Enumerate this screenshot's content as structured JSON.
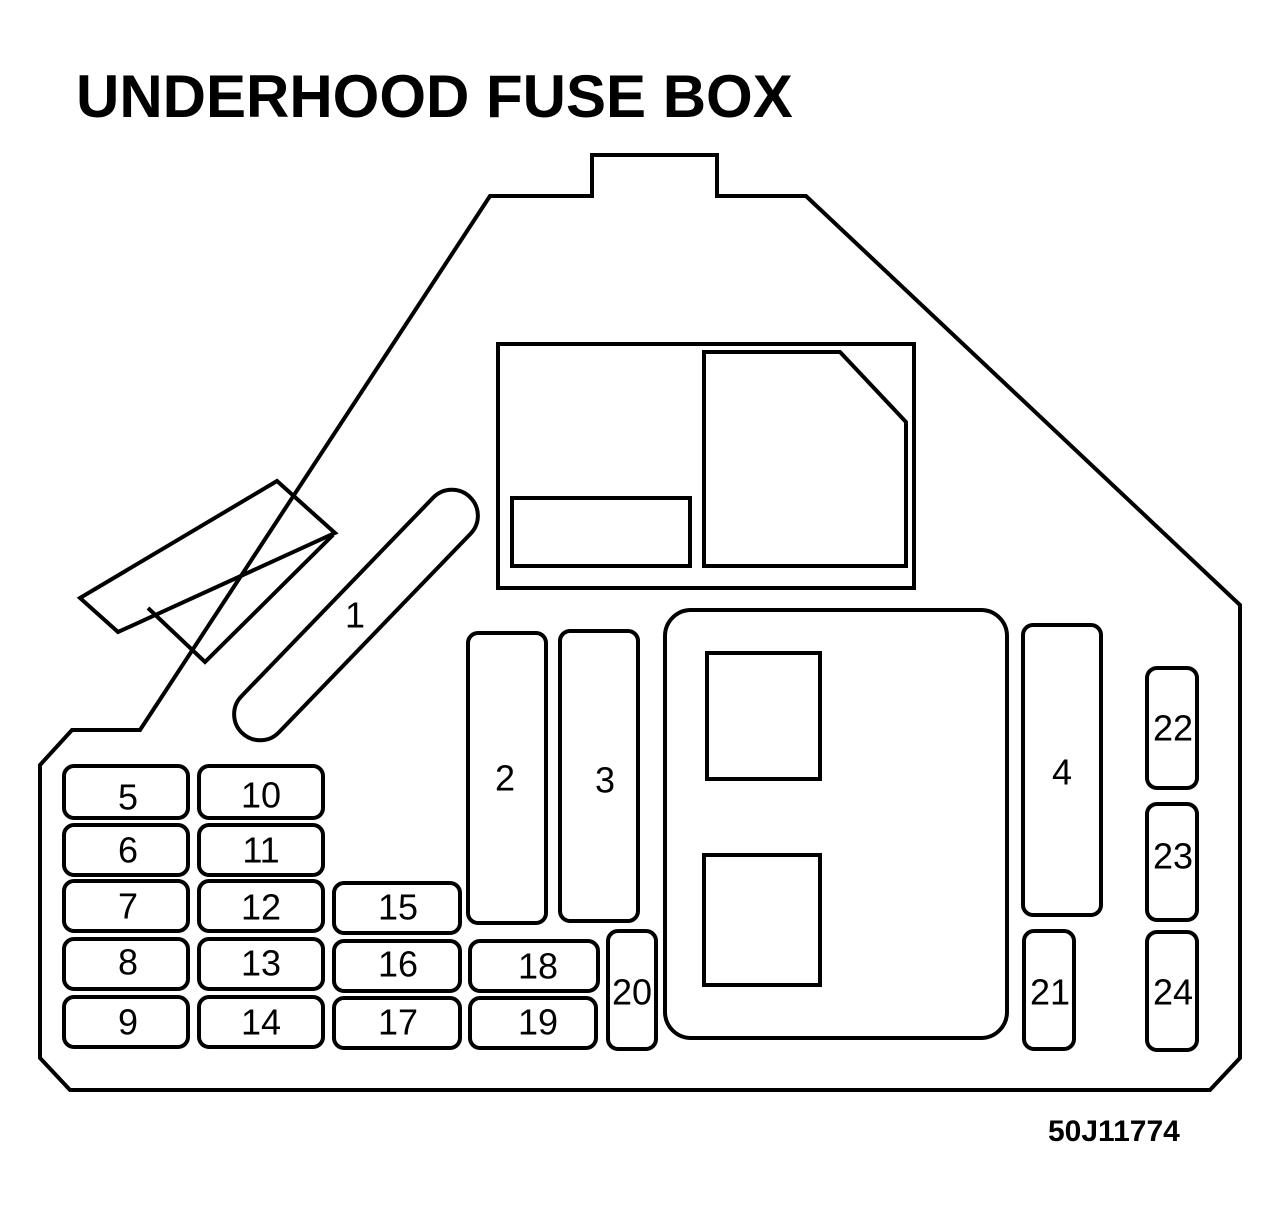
{
  "title": "UNDERHOOD FUSE BOX",
  "code": "50J11774",
  "fuses": {
    "f1": "1",
    "f2": "2",
    "f3": "3",
    "f4": "4",
    "f5": "5",
    "f6": "6",
    "f7": "7",
    "f8": "8",
    "f9": "9",
    "f10": "10",
    "f11": "11",
    "f12": "12",
    "f13": "13",
    "f14": "14",
    "f15": "15",
    "f16": "16",
    "f17": "17",
    "f18": "18",
    "f19": "19",
    "f20": "20",
    "f21": "21",
    "f22": "22",
    "f23": "23",
    "f24": "24"
  }
}
